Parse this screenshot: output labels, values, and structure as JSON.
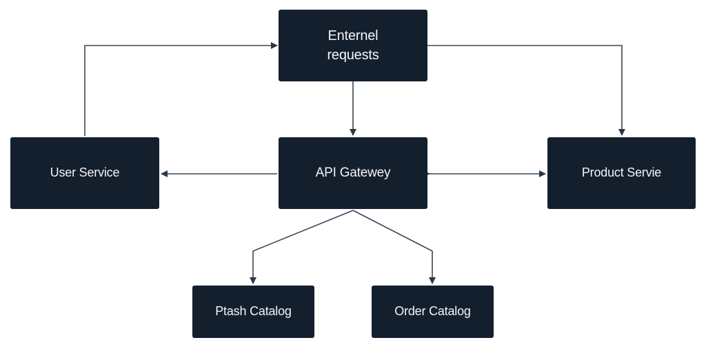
{
  "diagram": {
    "nodes": {
      "external": {
        "label_line1": "Enternel",
        "label_line2": "requests"
      },
      "gateway": {
        "label": "API Gatewey"
      },
      "user": {
        "label": "User Service"
      },
      "product": {
        "label": "Product Servie"
      },
      "catalog_left": {
        "label": "Ptash Catalog"
      },
      "catalog_right": {
        "label": "Order Catalog"
      }
    },
    "colors": {
      "node_fill": "#141f2e",
      "node_text": "#f2f4f7",
      "connector": "#3a4656",
      "background": "#ffffff"
    }
  }
}
